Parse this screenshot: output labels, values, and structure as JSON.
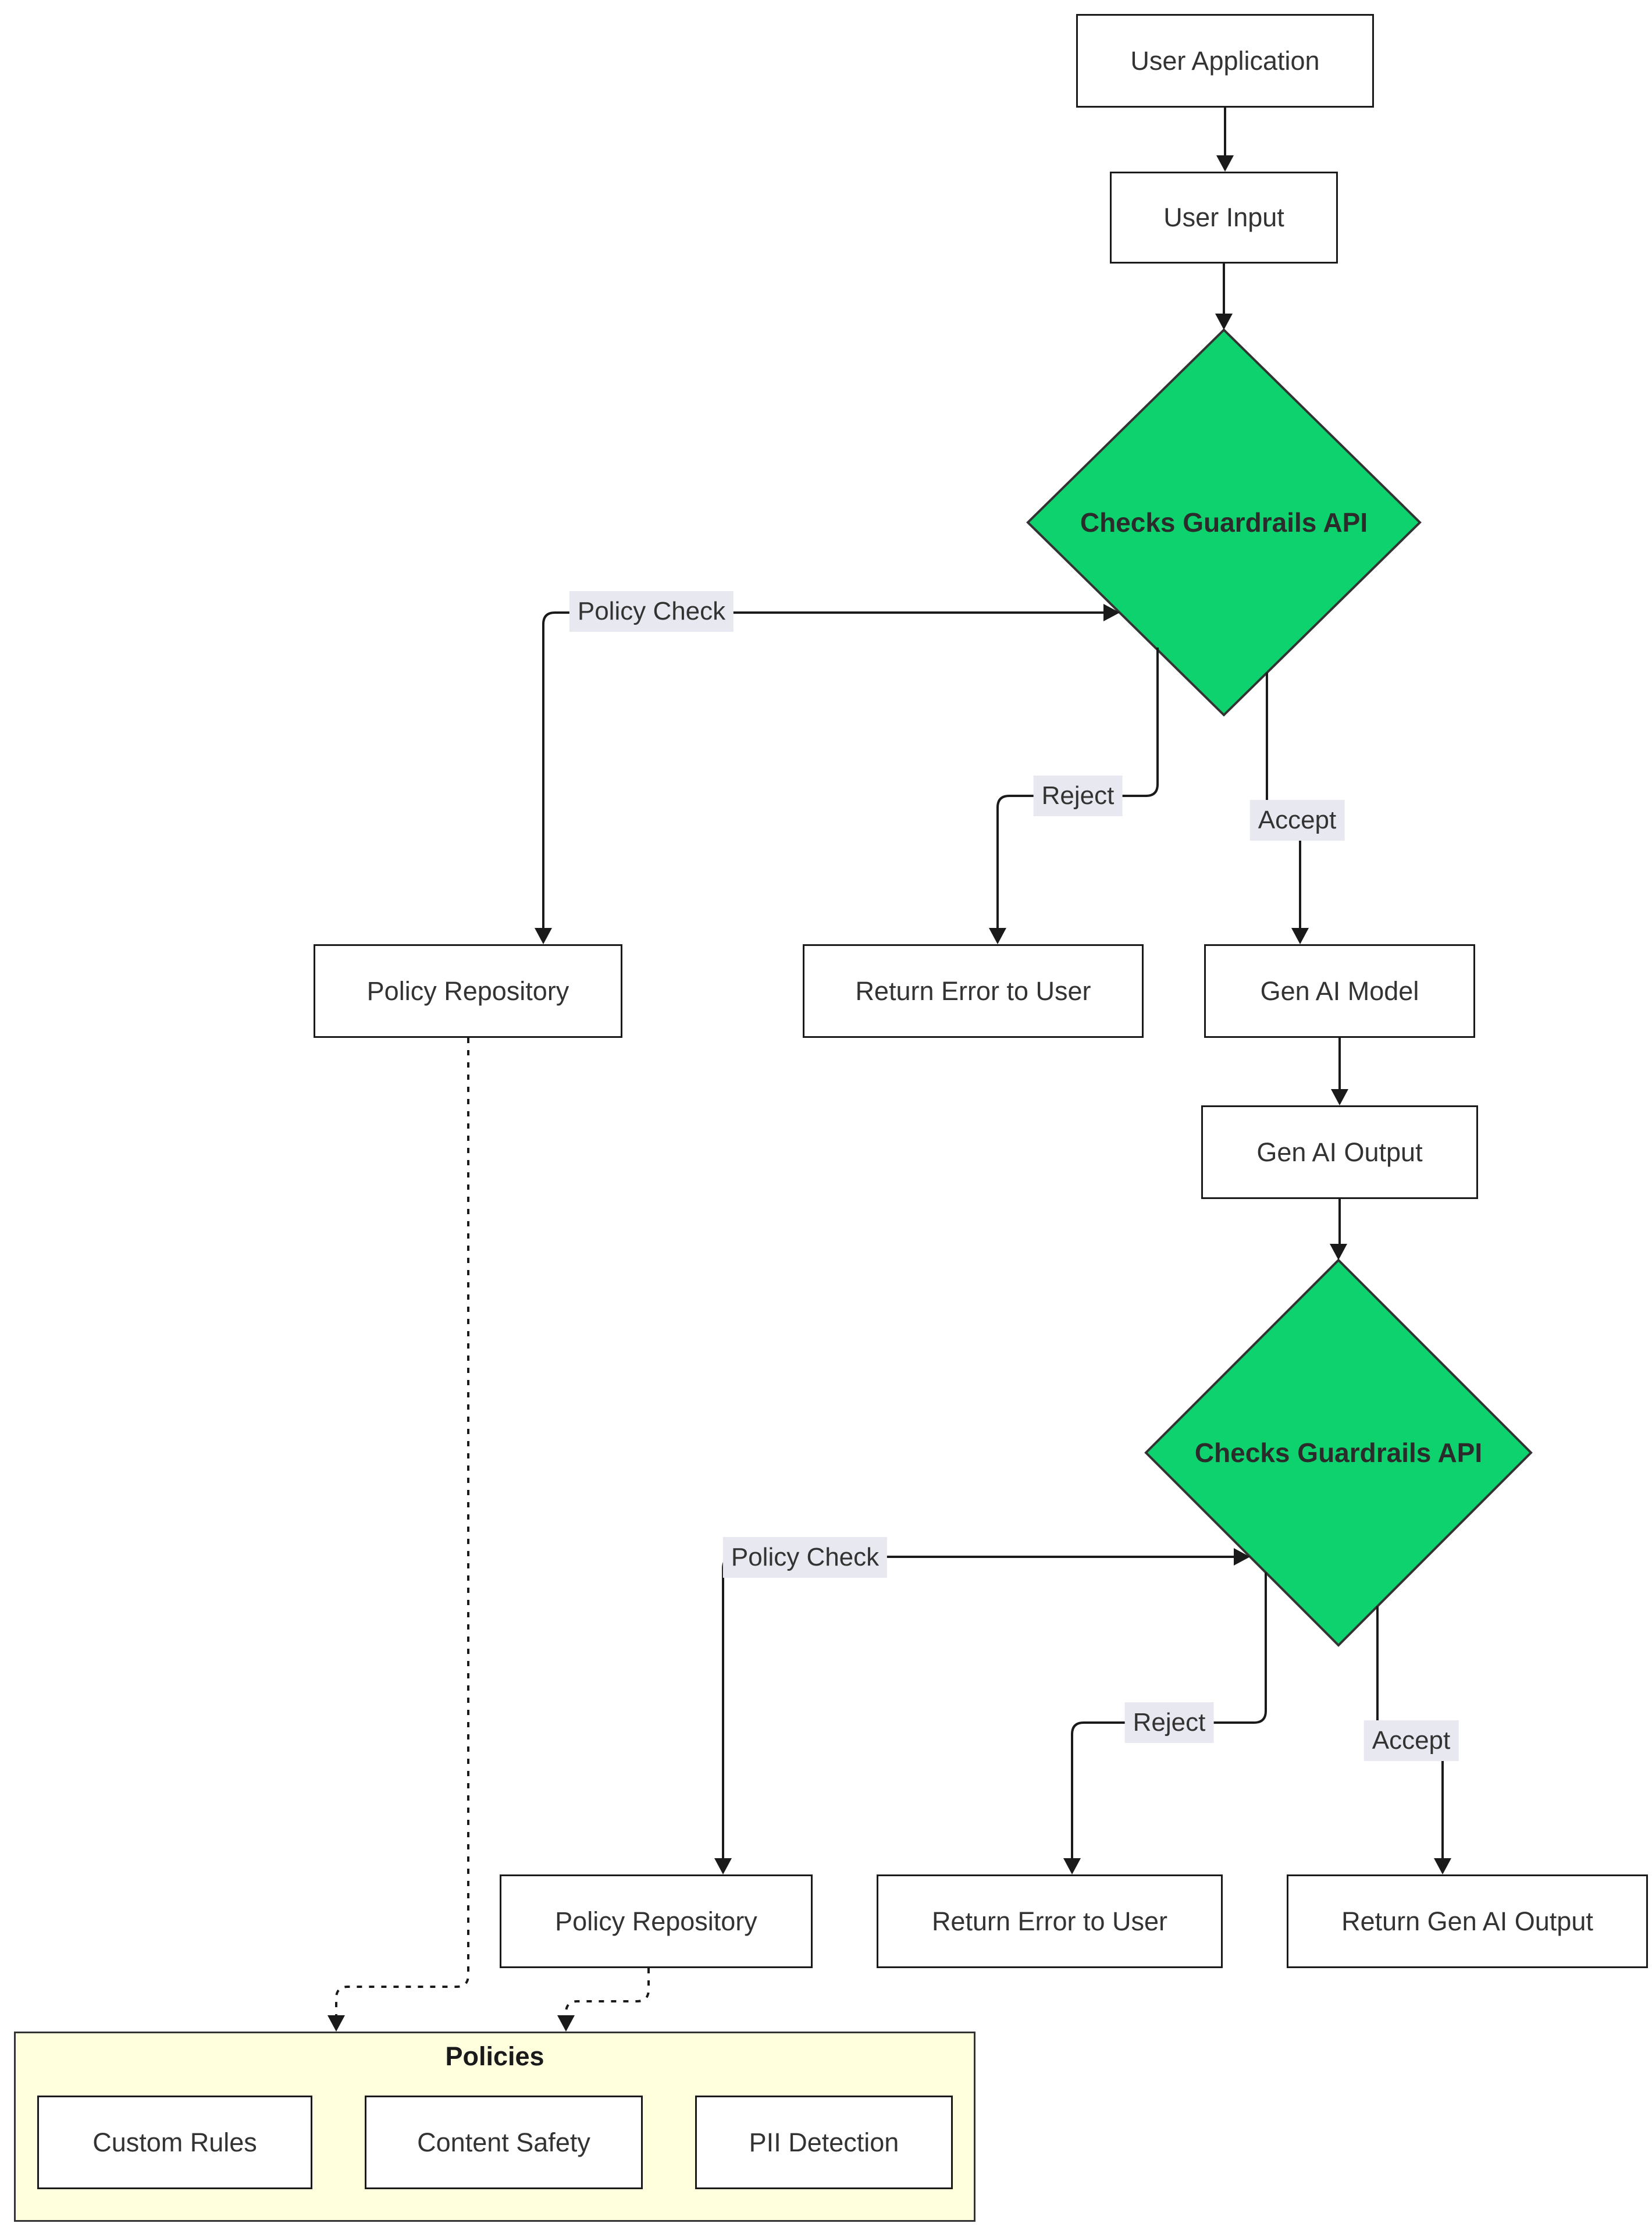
{
  "diagram_type": "flowchart",
  "nodes": {
    "user_application": {
      "label": "User Application"
    },
    "user_input": {
      "label": "User Input"
    },
    "guardrails_input_check": {
      "label": "Checks Guardrails API"
    },
    "policy_repository_input": {
      "label": "Policy Repository"
    },
    "return_error_input": {
      "label": "Return Error to User"
    },
    "gen_ai_model": {
      "label": "Gen AI Model"
    },
    "gen_ai_output": {
      "label": "Gen AI Output"
    },
    "guardrails_output_check": {
      "label": "Checks Guardrails API"
    },
    "policy_repository_output": {
      "label": "Policy Repository"
    },
    "return_error_output": {
      "label": "Return Error to User"
    },
    "return_gen_ai_output": {
      "label": "Return Gen AI Output"
    }
  },
  "edge_labels": {
    "policy_check_input": "Policy Check",
    "reject_input": "Reject",
    "accept_input": "Accept",
    "policy_check_output": "Policy Check",
    "reject_output": "Reject",
    "accept_output": "Accept"
  },
  "cluster": {
    "title": "Policies",
    "children": {
      "custom_rules": {
        "label": "Custom Rules"
      },
      "content_safety": {
        "label": "Content Safety"
      },
      "pii_detection": {
        "label": "PII Detection"
      }
    }
  },
  "colors": {
    "diamond_fill": "#0dd26d",
    "diamond_stroke": "#333333",
    "node_fill": "#ffffff",
    "node_border": "#1a1a1a",
    "text": "#333333",
    "edge": "#1a1a1a",
    "label_bg": "#e8e8f0",
    "cluster_fill": "#ffffde",
    "cluster_border": "#333333"
  }
}
